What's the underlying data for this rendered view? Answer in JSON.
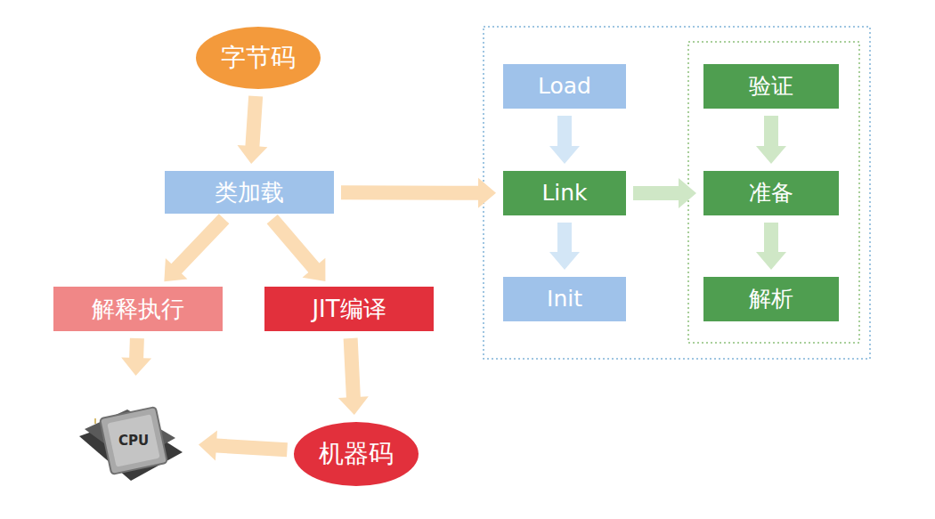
{
  "diagram": {
    "nodes": [
      {
        "text": [
          "字节码"
        ]
      },
      {
        "text": [
          "类加载"
        ]
      },
      {
        "text": [
          "解释执行"
        ]
      },
      {
        "text": [
          "JIT编译"
        ]
      },
      {
        "text": [
          "CPU"
        ]
      },
      {
        "text": [
          "机器码"
        ]
      },
      {
        "text": [
          "Load"
        ]
      },
      {
        "text": [
          "Link"
        ]
      },
      {
        "text": [
          "Init"
        ]
      },
      {
        "text": [
          "验证"
        ]
      },
      {
        "text": [
          "准备"
        ]
      },
      {
        "text": [
          "解析"
        ]
      }
    ],
    "edges": [
      {
        "from": 0,
        "to": 1,
        "arrow": "to"
      },
      {
        "from": 1,
        "to": 2,
        "arrow": "to"
      },
      {
        "from": 1,
        "to": 3,
        "arrow": "to"
      },
      {
        "from": 2,
        "to": 4,
        "arrow": "to"
      },
      {
        "from": 3,
        "to": 5,
        "arrow": "to"
      },
      {
        "from": 5,
        "to": 4,
        "arrow": "to"
      },
      {
        "from": 1,
        "to": 7,
        "arrow": "to"
      },
      {
        "from": 6,
        "to": 7,
        "arrow": "to"
      },
      {
        "from": 7,
        "to": 8,
        "arrow": "to"
      },
      {
        "from": 7,
        "to": 10,
        "arrow": "to"
      },
      {
        "from": 9,
        "to": 10,
        "arrow": "to"
      },
      {
        "from": 10,
        "to": 11,
        "arrow": "to"
      }
    ]
  }
}
